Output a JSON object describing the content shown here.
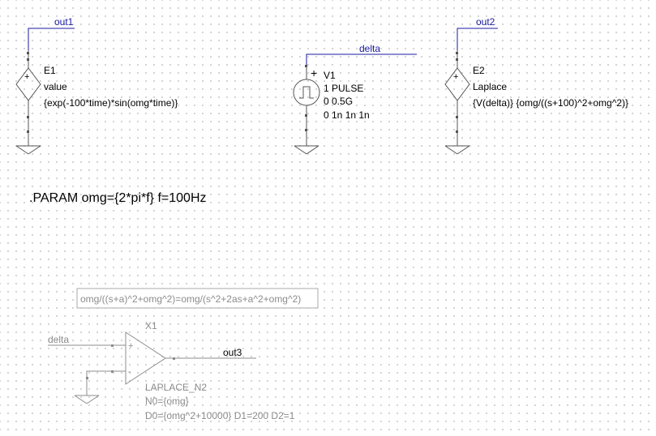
{
  "nets": {
    "out1": "out1",
    "delta_top": "delta",
    "out2": "out2",
    "delta_bottom": "delta",
    "out3": "out3"
  },
  "e1": {
    "ref": "E1",
    "type": "value",
    "expr": "{exp(-100*time)*sin(omg*time)}"
  },
  "v1": {
    "ref": "V1",
    "line1": "1 PULSE",
    "line2": "0 0.5G",
    "line3": "0 1n 1n 1n"
  },
  "e2": {
    "ref": "E2",
    "type": "Laplace",
    "expr": "{V(delta)} {omg/((s+100)^2+omg^2)}"
  },
  "param": ".PARAM  omg={2*pi*f}   f=100Hz",
  "note": "omg/((s+a)^2+omg^2)=omg/(s^2+2as+a^2+omg^2)",
  "x1": {
    "ref": "X1",
    "part": "LAPLACE_N2",
    "n0": "N0={omg}",
    "d_line": "D0={omg^2+10000}  D1=200  D2=1"
  },
  "colors": {
    "wire": "#1a1aa0",
    "part": "#555555",
    "disabled": "#8c8c8c",
    "grid": "#c8c8c8"
  }
}
